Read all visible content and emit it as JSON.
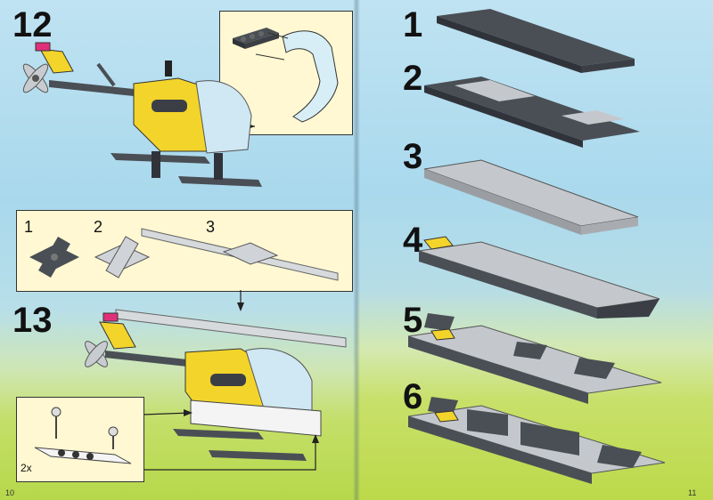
{
  "left_page": {
    "step_a": "12",
    "step_b": "13",
    "sub_steps": [
      "1",
      "2",
      "3"
    ],
    "quantity": "2x",
    "page_number": "10"
  },
  "right_page": {
    "steps": [
      "1",
      "2",
      "3",
      "4",
      "5",
      "6"
    ],
    "page_number": "11"
  },
  "colors": {
    "yellow": "#f3d42a",
    "dark_gray": "#4a4f55",
    "light_gray": "#c4c8cc",
    "trans_blue": "#cfe8f3",
    "magenta": "#e0307a"
  }
}
